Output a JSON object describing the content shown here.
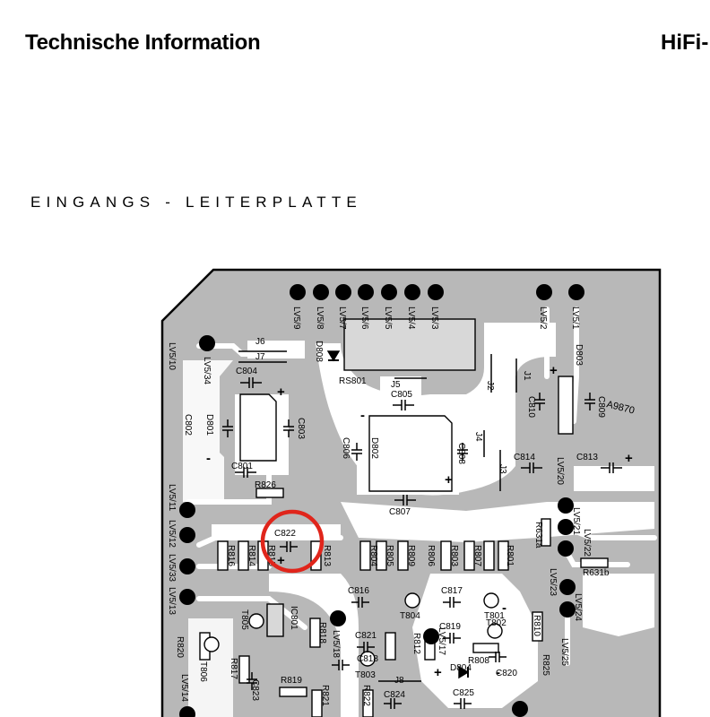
{
  "header": {
    "title": "Technische Information",
    "brand": "HiFi-"
  },
  "section_title": "EINGANGS - LEITERPLATTE",
  "colors": {
    "board": "#b8b8b8",
    "traces": "#ffffff",
    "pads": "#000000",
    "highlight": "#e0251b"
  },
  "labels": {
    "top_connectors": [
      "LV5/9",
      "LV5/8",
      "LV5/7",
      "LV5/6",
      "LV5/5",
      "LV5/4",
      "LV5/3",
      "LV5/2",
      "LV5/1"
    ],
    "left_connectors": [
      "LV5/10",
      "LV5/34",
      "LV5/11",
      "LV5/12",
      "LV5/33",
      "LV5/13",
      "LV5/14"
    ],
    "right_connectors": [
      "LV5/20",
      "LV5/21",
      "LV5/22",
      "LV5/23",
      "LV5/24",
      "LV5/25"
    ],
    "mid_connectors": [
      "LV5/18",
      "LV5/17"
    ],
    "components": [
      "J6",
      "J7",
      "J2",
      "J1",
      "J3",
      "J4",
      "J5",
      "J8",
      "D808",
      "RS801",
      "D803",
      "D801",
      "D802",
      "D804",
      "C804",
      "C805",
      "C802",
      "C803",
      "C801",
      "C806",
      "C808",
      "C807",
      "C810",
      "C809",
      "C814",
      "C813",
      "C822",
      "C816",
      "C817",
      "C819",
      "C821",
      "C818",
      "C820",
      "C823",
      "C824",
      "C825",
      "R826",
      "R816",
      "R814",
      "R815",
      "R813",
      "R804",
      "R805",
      "R809",
      "R806",
      "R803",
      "R807",
      "R801",
      "R631a",
      "R631b",
      "R810",
      "R825",
      "R820",
      "R818",
      "R817",
      "R819",
      "R812",
      "R808",
      "R821",
      "R822",
      "T805",
      "T806",
      "T804",
      "T801",
      "T802",
      "T803",
      "IC801"
    ],
    "stamp": "A9870"
  }
}
